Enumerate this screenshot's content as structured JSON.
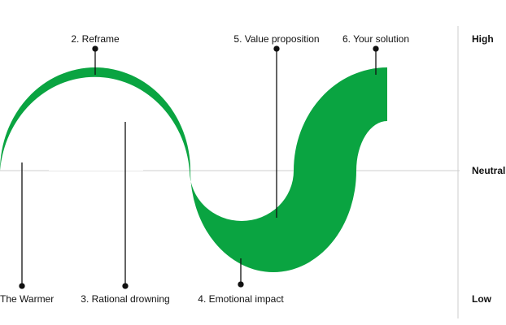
{
  "diagram": {
    "stages": [
      {
        "label": "The Warmer"
      },
      {
        "label": "2. Reframe"
      },
      {
        "label": "3. Rational drowning"
      },
      {
        "label": "4. Emotional impact"
      },
      {
        "label": "5. Value proposition"
      },
      {
        "label": "6. Your solution"
      }
    ],
    "scale": {
      "high": "High",
      "neutral": "Neutral",
      "low": "Low"
    },
    "colors": {
      "curve": "#0aa441",
      "line": "#111111",
      "axis": "#cfcfcf",
      "divider": "#cccccc"
    }
  }
}
